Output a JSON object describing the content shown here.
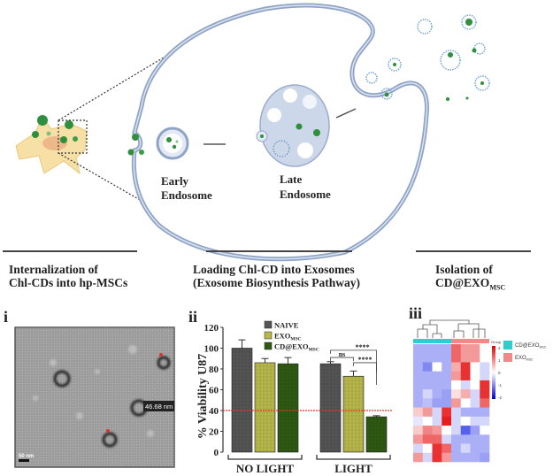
{
  "diagram": {
    "early_endosome": [
      "Early",
      "Endosome"
    ],
    "late_endosome": [
      "Late",
      "Endosome"
    ]
  },
  "sections": [
    {
      "line1": "Internalization of",
      "line2": "Chl-CDs into hp-MSCs"
    },
    {
      "line1": "Loading Chl-CD into Exosomes",
      "line2": "(Exosome Biosynthesis Pathway)"
    },
    {
      "line1": "Isolation of",
      "line2": "CD@EXO",
      "line2_sub": "MSC"
    }
  ],
  "panel_i": {
    "label": "i",
    "scale_bar": "50 nm",
    "measurement": "46.68 nm"
  },
  "chart_data": {
    "type": "bar",
    "panel_label": "ii",
    "ylabel": "% Viability U87",
    "ylim": [
      0,
      120
    ],
    "yticks": [
      0,
      20,
      40,
      60,
      80,
      100,
      120
    ],
    "groups": [
      "NO LIGHT",
      "LIGHT"
    ],
    "series": [
      {
        "name": "NAIVE",
        "name_sub": "",
        "color": "#555555",
        "values": [
          100,
          85
        ],
        "errors": [
          8,
          2
        ]
      },
      {
        "name": "EXO",
        "name_sub": "MSC",
        "color": "#b8b84a",
        "values": [
          86,
          73
        ],
        "errors": [
          4,
          5
        ]
      },
      {
        "name": "CD@EXO",
        "name_sub": "MSC",
        "color": "#2e5a12",
        "values": [
          85,
          34
        ],
        "errors": [
          6,
          1
        ]
      }
    ],
    "reference_line": {
      "value": 40,
      "color": "#e03a2a"
    },
    "significance": [
      {
        "group": "LIGHT",
        "from": "NAIVE",
        "to": "EXO",
        "label": "ns"
      },
      {
        "group": "LIGHT",
        "from": "EXO",
        "to": "CD@EXO",
        "label": "****"
      },
      {
        "group": "LIGHT",
        "from": "NAIVE",
        "to": "CD@EXO",
        "label": "****"
      }
    ]
  },
  "panel_iii": {
    "label": "iii",
    "type": "heatmap",
    "legend_title": "Group",
    "groups": [
      {
        "name": "CD@EXO",
        "sub": "MSC",
        "color": "#2ccfd0"
      },
      {
        "name": "EXO",
        "sub": "MSC",
        "color": "#f08a88"
      }
    ],
    "colorbar_ticks": [
      "2",
      "1",
      "0",
      "-1",
      "-2"
    ],
    "values": [
      [
        -1,
        -1,
        -1,
        -1,
        1.5,
        1,
        1,
        0
      ],
      [
        -1,
        -1,
        -1,
        -1,
        1.5,
        1,
        1,
        0
      ],
      [
        -1,
        -1.5,
        0,
        -1,
        0.8,
        2,
        0,
        -0.5
      ],
      [
        -1,
        -1,
        -1,
        -1,
        1,
        2,
        0,
        -0.5
      ],
      [
        -1,
        -1,
        -1,
        -1,
        0,
        -0.5,
        0,
        2
      ],
      [
        -1,
        -0.5,
        -1,
        -1.2,
        0.3,
        0.8,
        -0.5,
        2
      ],
      [
        -1,
        -0.8,
        -1.2,
        -1.2,
        1,
        0,
        -0.5,
        1.5
      ],
      [
        0.5,
        1,
        -0.5,
        2,
        -0.5,
        -1,
        -1,
        -1
      ],
      [
        -0.3,
        0,
        -0.5,
        2.2,
        -0.5,
        0,
        -0.5,
        -0.5
      ],
      [
        0.5,
        1.2,
        1,
        0,
        -0.5,
        -2,
        -1.2,
        0
      ],
      [
        1,
        1.5,
        1.5,
        -0.5,
        -1,
        -1,
        -1,
        -1
      ],
      [
        -0.5,
        0,
        2,
        1.5,
        -1,
        -0.5,
        -1,
        -1
      ],
      [
        1,
        -0.5,
        2,
        1,
        -1,
        -1,
        -1,
        -1.2
      ]
    ]
  }
}
